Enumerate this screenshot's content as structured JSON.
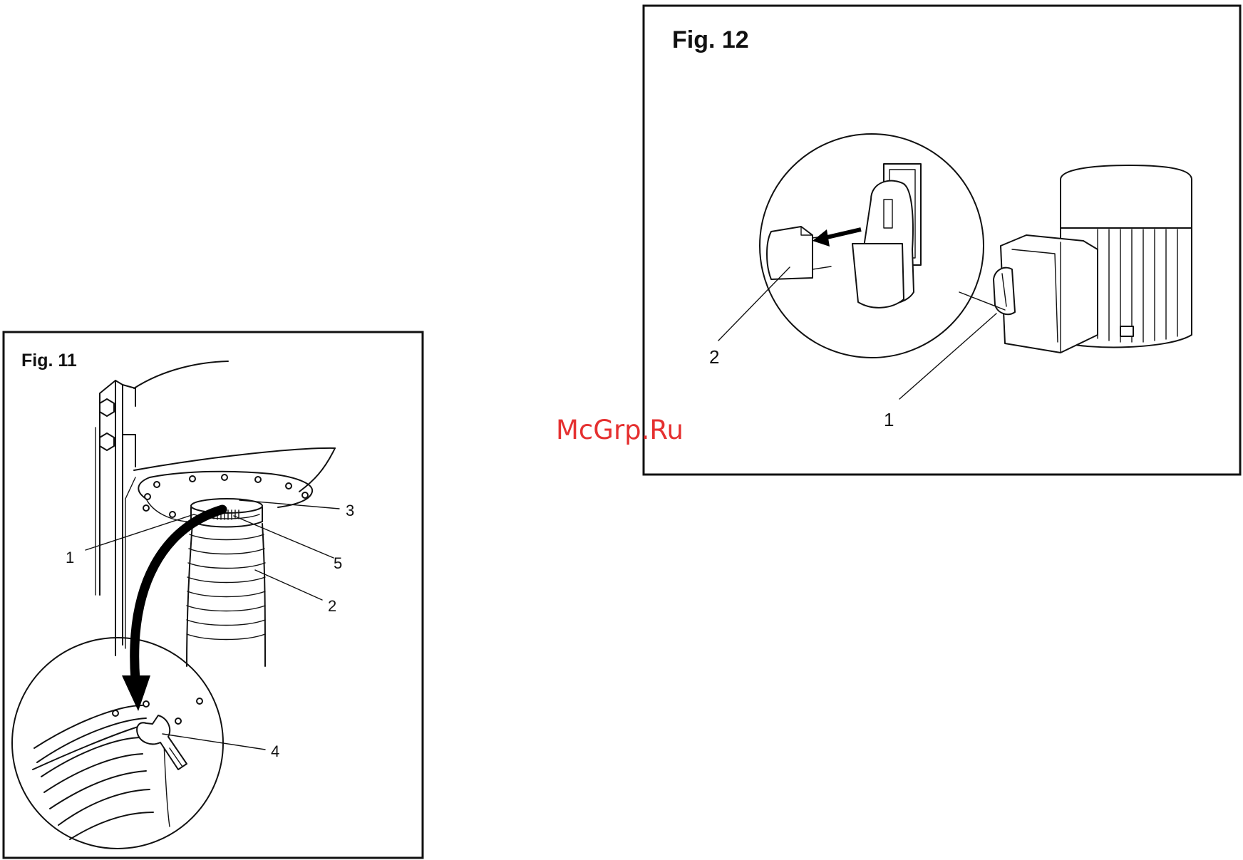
{
  "figures": [
    {
      "title": "Fig. 11",
      "callouts": [
        "1",
        "2",
        "3",
        "4",
        "5"
      ]
    },
    {
      "title": "Fig. 12",
      "callouts": [
        "1",
        "2"
      ]
    }
  ],
  "watermark": "McGrp.Ru"
}
